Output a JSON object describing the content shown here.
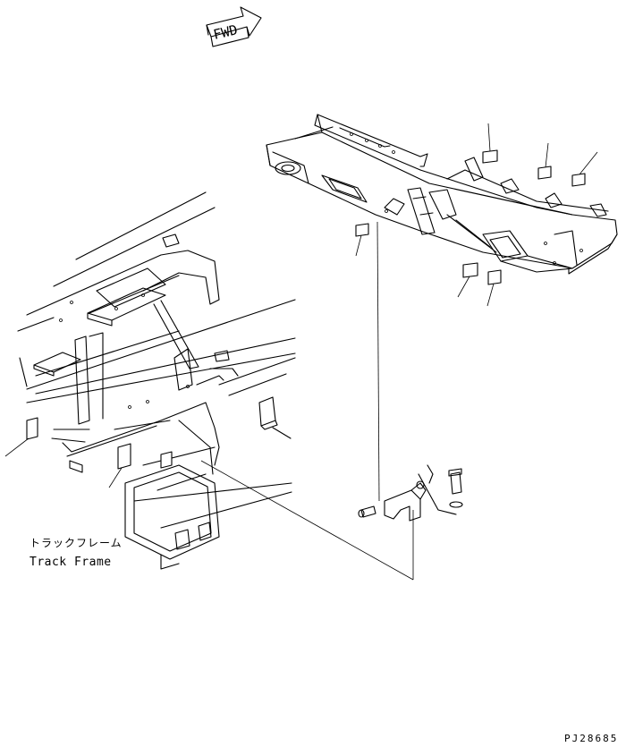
{
  "direction_arrow": {
    "label": "FWD"
  },
  "callout": {
    "label_jp": "トラックフレーム",
    "label_en": "Track Frame"
  },
  "figure_number": "PJ28685"
}
